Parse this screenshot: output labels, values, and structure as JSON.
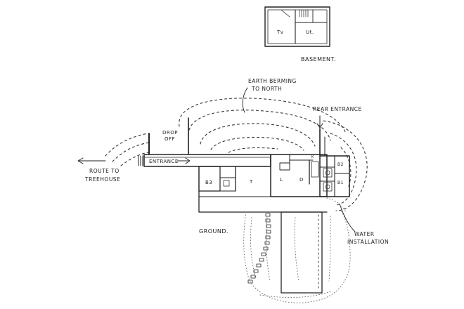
{
  "labels": {
    "basement": "BASEMENT.",
    "basement_tv": "Tv",
    "basement_ut": "Ut.",
    "earth_berming_line1": "EARTH BERMING",
    "earth_berming_line2": "TO NORTH",
    "drop_off_line1": "DROP",
    "drop_off_line2": "OFF",
    "rear_entrance": "REAR ENTRANCE",
    "entrance": "ENTRANCE",
    "route_line1": "ROUTE TO",
    "route_line2": "TREEHOUSE",
    "ground": "GROUND.",
    "water_line1": "WATER",
    "water_line2": "INSTALLATION",
    "room_b3": "B3",
    "room_t": "T",
    "room_l": "L",
    "room_d": "D",
    "room_k": "K",
    "room_b2": "B2",
    "room_b1": "B1"
  }
}
